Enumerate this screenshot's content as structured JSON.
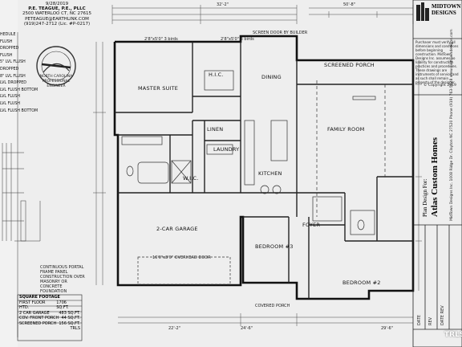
{
  "engineer": {
    "date": "9/28/2019",
    "name": "P.E. TEAGUE, P.E., PLLC",
    "address": "2500 WATERLOO CT, NC 27615",
    "email": "PETEAGUE@EARTHLINK.COM",
    "phone": "(919)247-2712 (Lic. #P-0217)",
    "seal_text": "NORTH CAROLINA PROFESSIONAL ENGINEER"
  },
  "legend": [
    "HEDULE",
    "FLUSH",
    "DROPPED",
    "FLUSH",
    "5\" LVL FLUSH",
    "DROPPED",
    "8\" LVL FLUSH",
    "LVL DROPPED",
    "LVL FLUSH BOTTOM",
    "LVL FLUSH",
    "LVL FLUSH",
    "LVL FLUSH BOTTOM"
  ],
  "rooms": {
    "master_suite": "MASTER SUITE",
    "hic": "H.I.C.",
    "dining": "DINING",
    "screened_porch": "SCREENED PORCH",
    "family_room": "FAMILY ROOM",
    "laundry": "LAUNDRY",
    "kitchen": "KITCHEN",
    "garage": "2-CAR GARAGE",
    "bedroom3": "BEDROOM #3",
    "foyer": "FOYER",
    "bedroom2": "BEDROOM #2",
    "linen": "LINEN",
    "wic": "W.I.C."
  },
  "dims": {
    "top1": "2'8\"x5'0\" 3 birds",
    "top2": "2'8\"x5'0\" 3 birds",
    "top3": "SCREEN DOOR BY BUILDER",
    "top4": "50'-8\"",
    "top5": "32'-2\"",
    "bottom1": "24'-6\"",
    "bottom2": "22'-2\"",
    "bottom3": "29'-6\""
  },
  "notes": {
    "overhead_door": "16'0\"x8'0\" OVERHEAD DOOR",
    "covered_porch": "COVERED PORCH",
    "portal_frame": "CONTINUOUS PORTAL FRAME PANEL CONSTRUCTION OVER MASONRY OR CONCRETE FOUNDATION"
  },
  "sqft": {
    "header": "SQUARE FOOTAGE",
    "rows": [
      {
        "label": "FIRST FLOOR HTD.",
        "value": "1706 SQ.FT."
      },
      {
        "label": "2 CAR GARAGE",
        "value": "483 SQ.FT."
      },
      {
        "label": "COV. FRONT PORCH",
        "value": "44 SQ.FT."
      },
      {
        "label": "SCREENED PORCH",
        "value": "156 SQ.FT."
      },
      {
        "label": "",
        "value": "TRLS"
      }
    ]
  },
  "title_block": {
    "firm_line1": "MIDTOWN",
    "firm_line2": "DESIGNS",
    "notice": "Purchaser must verify all dimensions and conditions before beginning construction. MidTown Designs Inc. assumes no liability for construction practices and procedures. These drawings are instruments of service and as such shall remain property of the designer.",
    "copyright": "© Copyright 2019",
    "plan_design_for": "Plan Design For:",
    "client": "Atlas Custom Homes",
    "contact": "MidTown Designs Inc. 1008 Ridge Dr. Clayton NC 27520 Phone (919) 763-5628 www.midtowndesigns.com",
    "col_date": "DATE",
    "col_rev": "REV",
    "col_rev2": "DATE REV"
  },
  "watermark": "TRLS"
}
